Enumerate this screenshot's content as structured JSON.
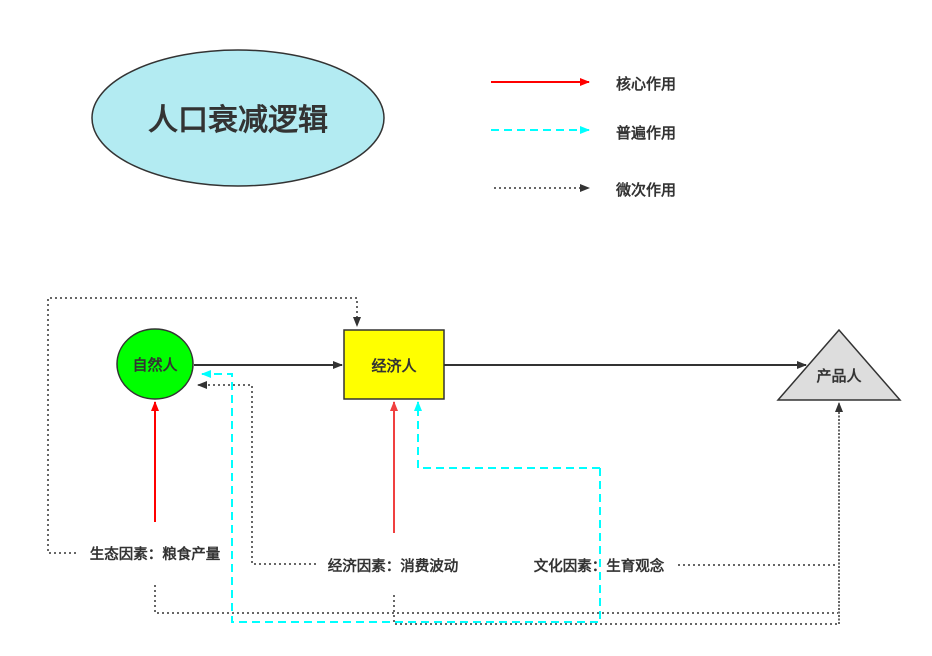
{
  "title": "人口衰减逻辑",
  "legend": [
    {
      "label": "核心作用",
      "style": "solid",
      "color": "#ff0000"
    },
    {
      "label": "普遍作用",
      "style": "dashed",
      "color": "#00ffff"
    },
    {
      "label": "微次作用",
      "style": "dotted",
      "color": "#333333"
    }
  ],
  "nodes": {
    "natural": {
      "label": "自然人",
      "shape": "ellipse",
      "fill": "#00ff00"
    },
    "economic": {
      "label": "经济人",
      "shape": "rectangle",
      "fill": "#ffff00"
    },
    "product": {
      "label": "产品人",
      "shape": "triangle",
      "fill": "#dddddd"
    }
  },
  "factors": {
    "ecological": "生态因素：粮食产量",
    "economic": "经济因素：消费波动",
    "cultural": "文化因素：生育观念"
  },
  "colors": {
    "title_fill": "#b3ebf2",
    "solid_dark": "#333333",
    "core_red": "#ff0000",
    "core_red_soft": "#f04040",
    "general_cyan": "#00ffff"
  }
}
